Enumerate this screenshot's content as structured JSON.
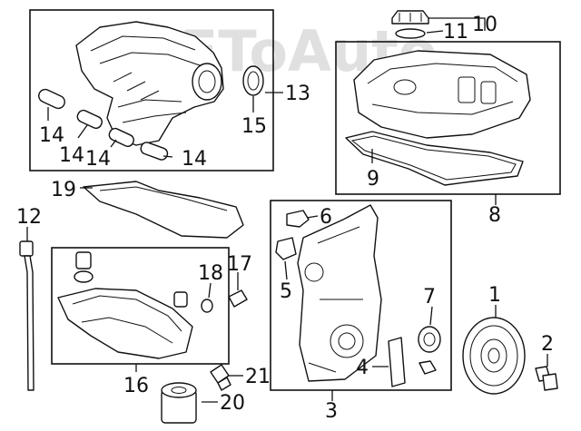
{
  "watermark": "AEToAuto",
  "callouts": {
    "c1": "1",
    "c2": "2",
    "c3": "3",
    "c4": "4",
    "c5": "5",
    "c6": "6",
    "c7": "7",
    "c8": "8",
    "c9": "9",
    "c10": "10",
    "c11": "11",
    "c12": "12",
    "c13": "13",
    "c14a": "14",
    "c14b": "14",
    "c14c": "14",
    "c14d": "14",
    "c15": "15",
    "c16": "16",
    "c17": "17",
    "c18": "18",
    "c19": "19",
    "c20": "20",
    "c21": "21"
  }
}
